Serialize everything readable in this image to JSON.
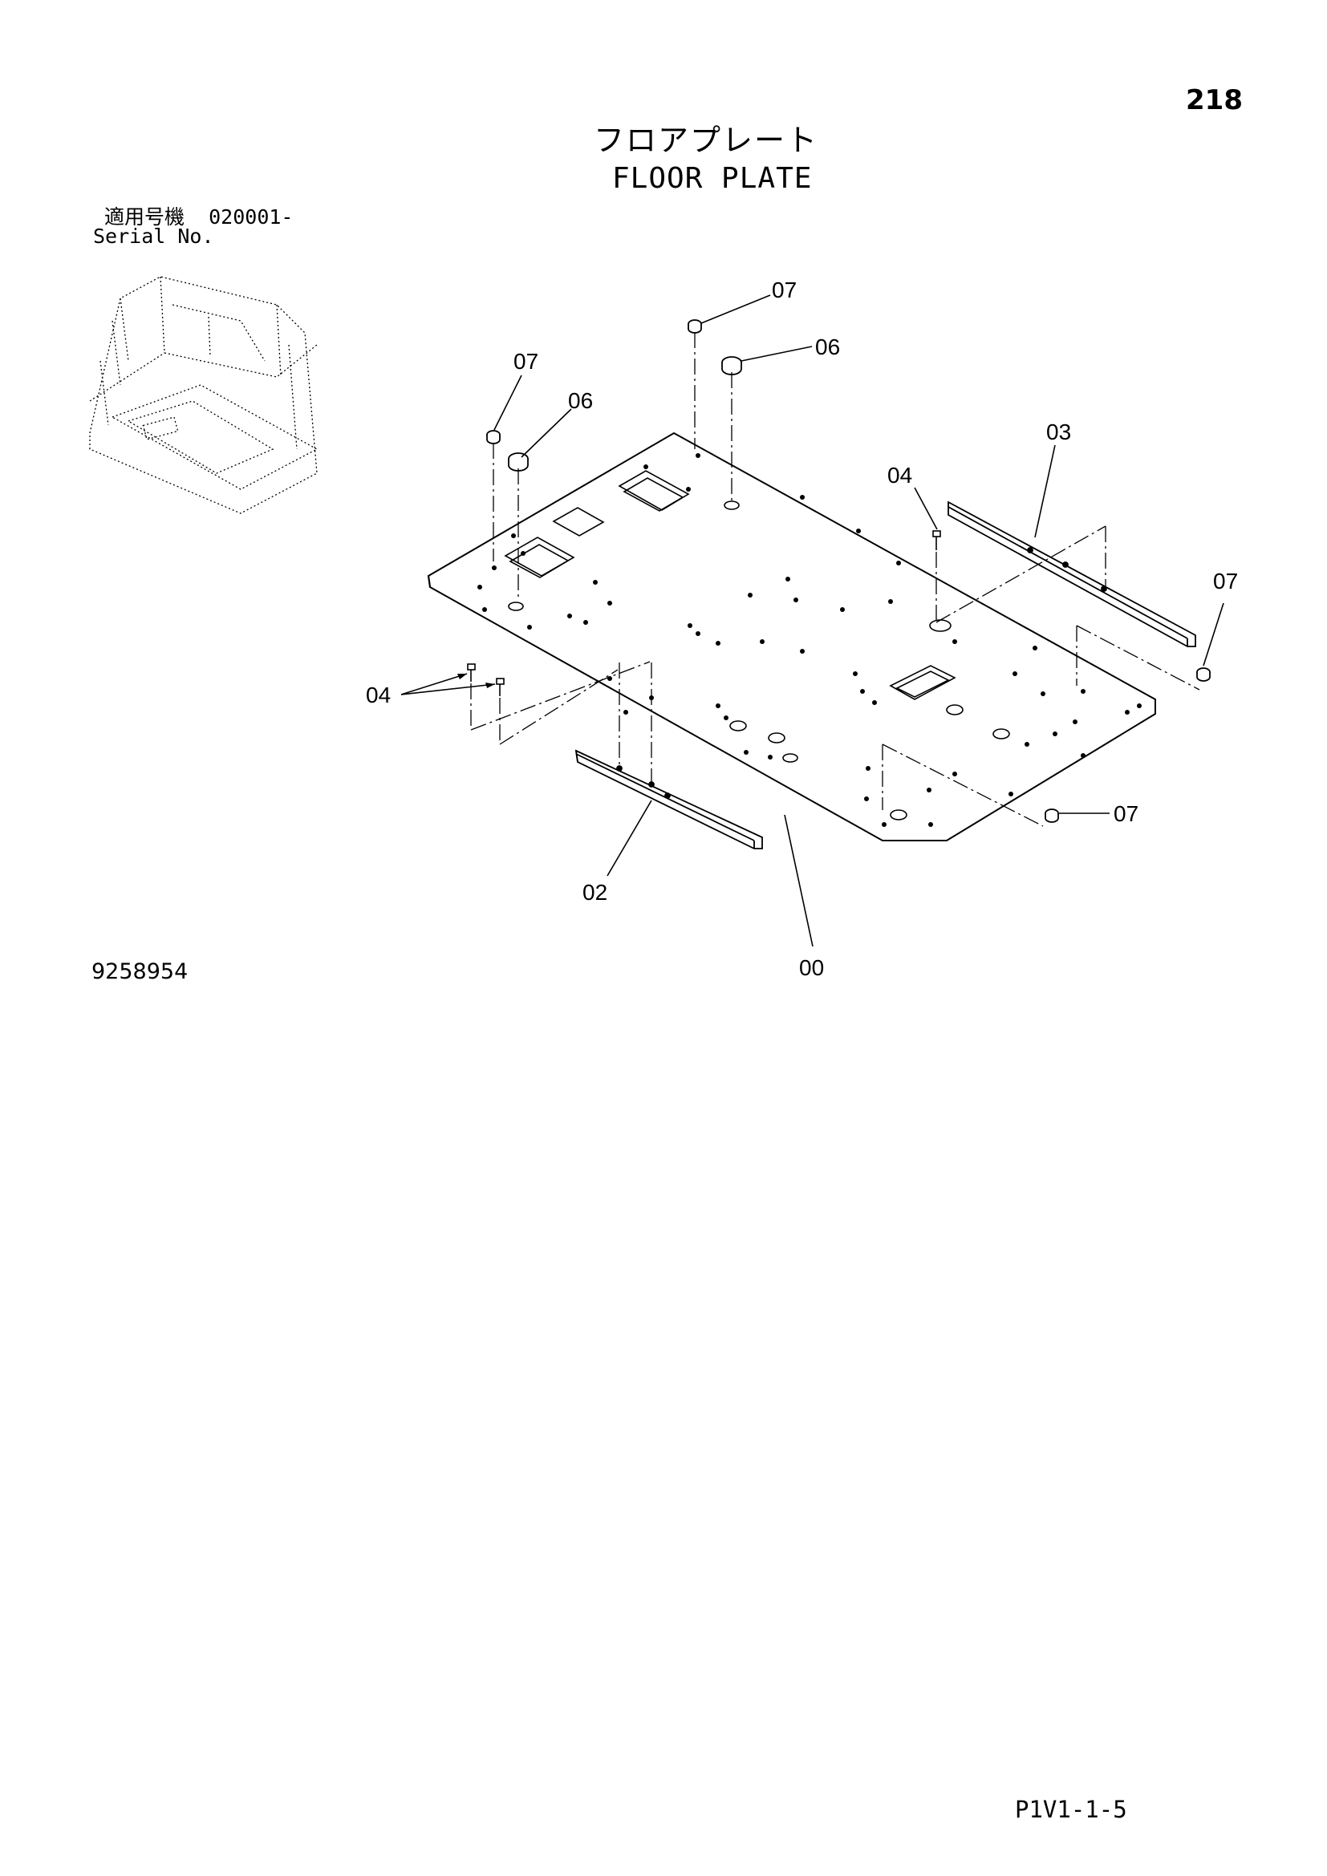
{
  "page": {
    "number": "218",
    "title_ja": "フロアプレート",
    "title_en": "FLOOR PLATE",
    "serial_label_ja": "適用号機",
    "serial_range": "020001-",
    "serial_label_en": "Serial No.",
    "drawing_number": "9258954",
    "page_code": "P1V1-1-5"
  },
  "callouts": [
    "07",
    "07",
    "06",
    "06",
    "03",
    "04",
    "07",
    "04",
    "07",
    "02",
    "00"
  ]
}
